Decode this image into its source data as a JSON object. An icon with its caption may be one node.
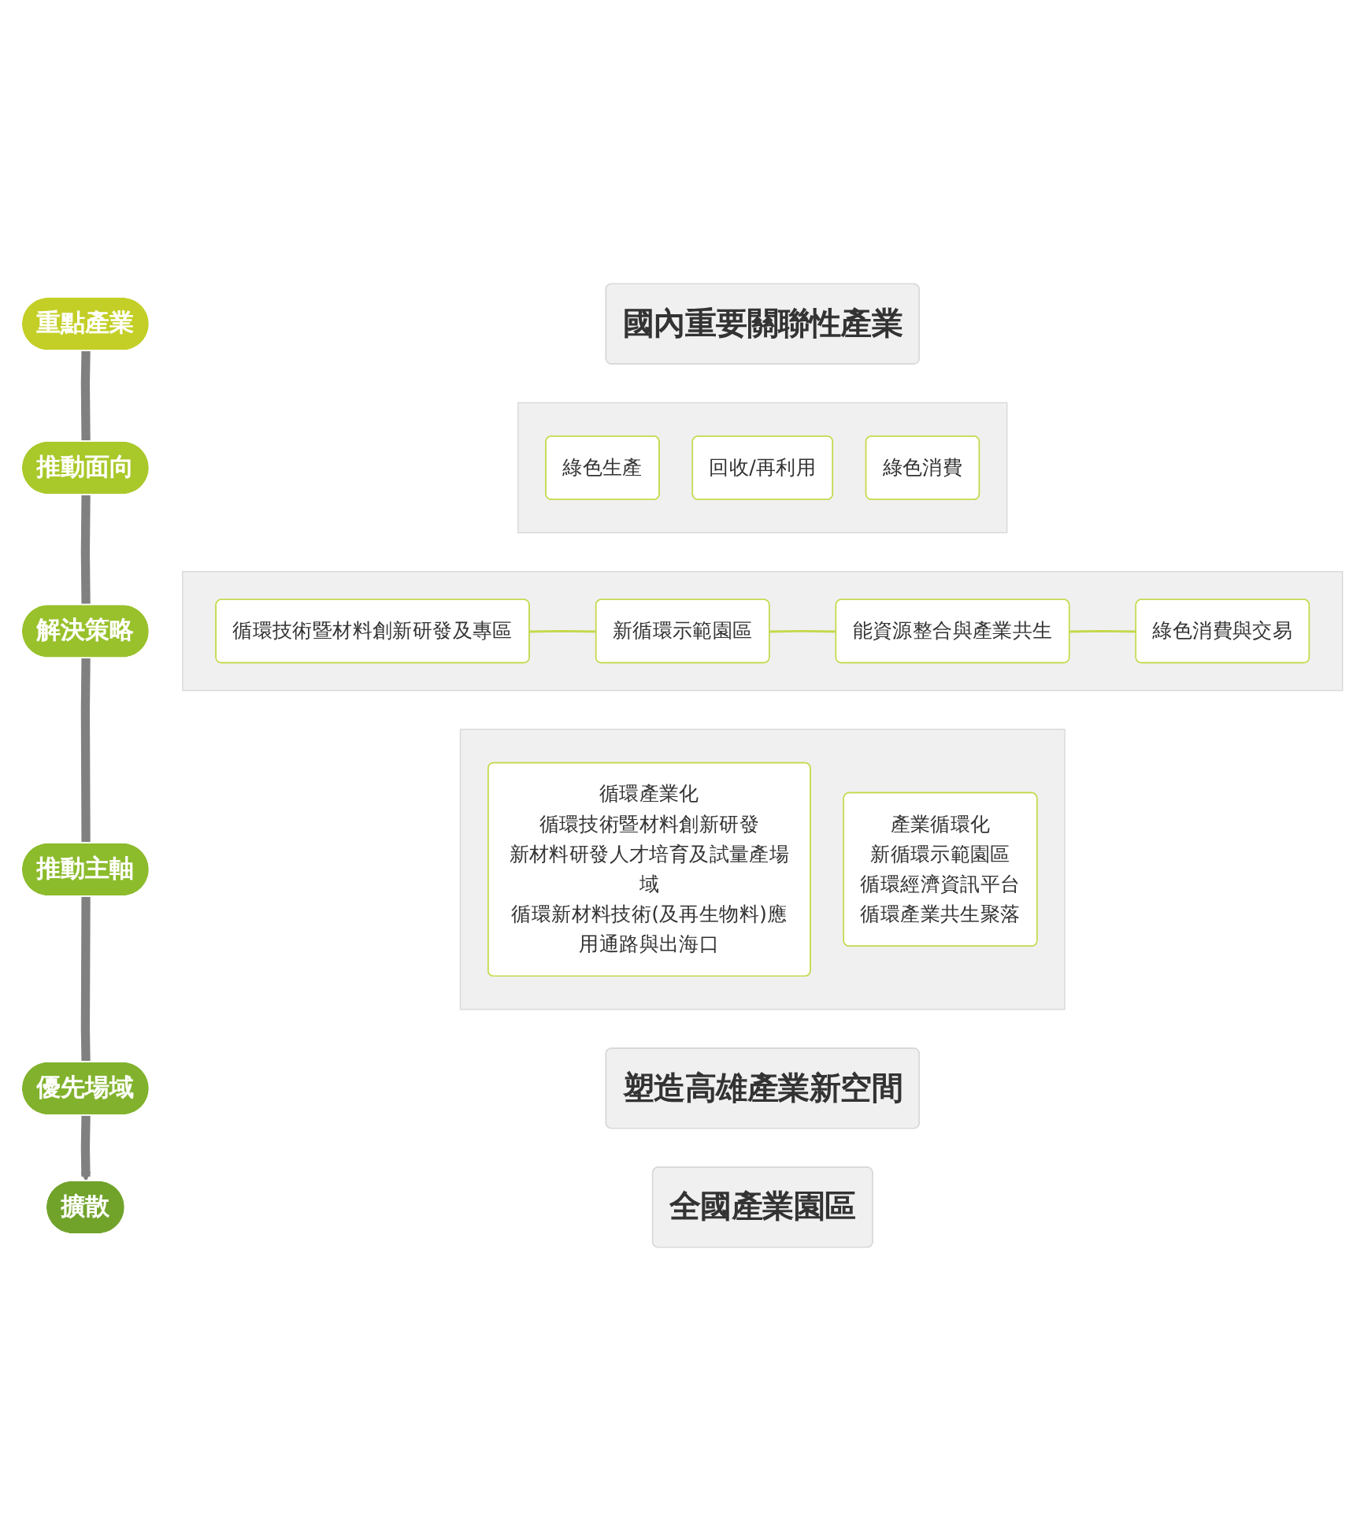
{
  "diagram": {
    "nodes": [
      {
        "text": [
          "重點產業"
        ]
      },
      {
        "text": [
          "國內重要關聯性產業"
        ]
      },
      {
        "text": [
          "推動面向"
        ]
      },
      {
        "text": [],
        "shape": "box"
      },
      {
        "text": [
          "綠色生產"
        ],
        "in": 3
      },
      {
        "text": [
          "回收/再利用"
        ],
        "in": 3
      },
      {
        "text": [
          "綠色消費"
        ],
        "in": 3
      },
      {
        "text": [
          "解決策略"
        ]
      },
      {
        "text": [],
        "shape": "box"
      },
      {
        "text": [
          "循環技術暨材料創新研發及專區"
        ],
        "in": 8
      },
      {
        "text": [
          "新循環示範園區"
        ],
        "in": 8
      },
      {
        "text": [
          "能資源整合與產業共生"
        ],
        "in": 8
      },
      {
        "text": [
          "綠色消費與交易"
        ],
        "in": 8
      },
      {
        "text": [
          "推動主軸"
        ]
      },
      {
        "text": [],
        "shape": "box"
      },
      {
        "text": [
          "循環產業化",
          "循環技術暨材料創新研發",
          "新材料研發人才培育及試量產場域",
          "循環新材料技術(及再生物料)應用通路與出海口"
        ],
        "in": 14
      },
      {
        "text": [
          "產業循環化",
          "新循環示範園區",
          "循環經濟資訊平台",
          "循環產業共生聚落"
        ],
        "in": 14
      },
      {
        "text": [
          "優先場域"
        ]
      },
      {
        "text": [
          "塑造高雄產業新空間"
        ]
      },
      {
        "text": [
          "擴散"
        ]
      },
      {
        "text": [
          "全國產業園區"
        ]
      }
    ],
    "edges": [
      {
        "from": 0,
        "to": 2,
        "arrow": "none"
      },
      {
        "from": 2,
        "to": 7,
        "arrow": "none"
      },
      {
        "from": 7,
        "to": 13,
        "arrow": "none"
      },
      {
        "from": 13,
        "to": 17,
        "arrow": "none"
      },
      {
        "from": 17,
        "to": 19,
        "arrow": "to"
      },
      {
        "from": 9,
        "to": 10,
        "arrow": "none",
        "color": "#c5d84a"
      },
      {
        "from": 10,
        "to": 11,
        "arrow": "none",
        "color": "#c5d84a"
      },
      {
        "from": 11,
        "to": 12,
        "arrow": "none",
        "color": "#c5d84a"
      }
    ]
  }
}
